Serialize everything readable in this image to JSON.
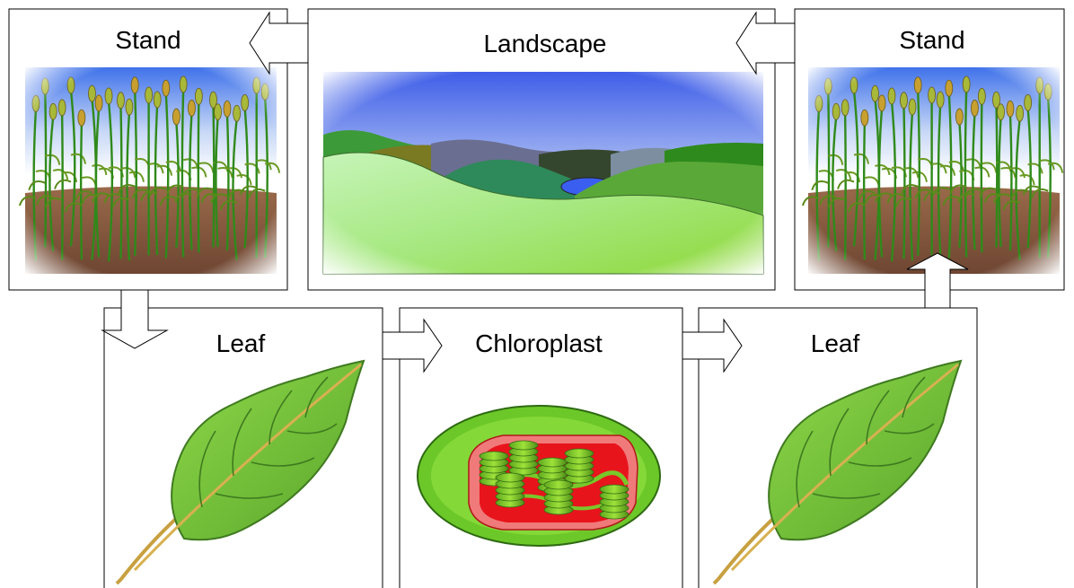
{
  "panels": {
    "stand_left": {
      "title": "Stand",
      "image": "crop-stand-illustration"
    },
    "landscape": {
      "title": "Landscape",
      "image": "landscape-illustration"
    },
    "stand_right": {
      "title": "Stand",
      "image": "crop-stand-illustration"
    },
    "leaf_left": {
      "title": "Leaf",
      "image": "leaf-illustration"
    },
    "chloroplast": {
      "title": "Chloroplast",
      "image": "chloroplast-illustration"
    },
    "leaf_right": {
      "title": "Leaf",
      "image": "leaf-illustration"
    }
  },
  "flow": [
    {
      "from": "landscape",
      "to": "stand_left",
      "icon": "arrow-left-icon"
    },
    {
      "from": "stand_right",
      "to": "landscape",
      "icon": "arrow-left-icon"
    },
    {
      "from": "stand_left",
      "to": "leaf_left",
      "icon": "arrow-down-icon"
    },
    {
      "from": "leaf_left",
      "to": "chloroplast",
      "icon": "arrow-right-icon"
    },
    {
      "from": "chloroplast",
      "to": "leaf_right",
      "icon": "arrow-right-icon"
    },
    {
      "from": "leaf_right",
      "to": "stand_right",
      "icon": "arrow-up-icon"
    }
  ],
  "colors": {
    "sky_top": "#3f5ee8",
    "grass_light": "#b8f0a0",
    "leaf_green": "#7cc43a",
    "chloroplast_red": "#e8141c",
    "soil": "#8a5a3c"
  }
}
